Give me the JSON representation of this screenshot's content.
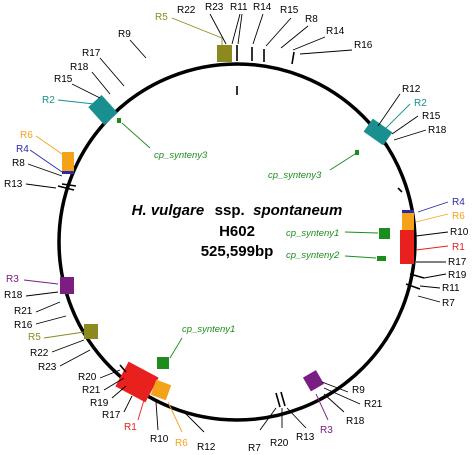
{
  "center": {
    "title_italic_1": "H. vulgare",
    "title_plain": "ssp.",
    "title_italic_2": "spontaneum",
    "line2": "H602",
    "line3": "525,599bp"
  },
  "colors": {
    "circle": "#000000",
    "teal": "#1a8f8f",
    "orange": "#f5a21b",
    "red": "#e8201e",
    "purple": "#7a1e84",
    "olive": "#8c8a1e",
    "green": "#1c8c1c",
    "blue": "#2a2aa8",
    "black": "#000000"
  },
  "labels": {
    "r5_top": "R5",
    "r22_top": "R22",
    "r23_top": "R23",
    "r11_top": "R11",
    "r14_top": "R14",
    "r15_top": "R15",
    "r8_top": "R8",
    "r14_top2": "R14",
    "r16_top": "R16",
    "r9_topleft": "R9",
    "r17_left1": "R17",
    "r18_left1": "R18",
    "r15_left1": "R15",
    "r2_left": "R2",
    "r6_left": "R6",
    "r4_left": "R4",
    "r8_left": "R8",
    "r13_left": "R13",
    "r12_right": "R12",
    "r2_right": "R2",
    "r15_right": "R15",
    "r18_right": "R18",
    "r4_right": "R4",
    "r6_right": "R6",
    "r10_right": "R10",
    "r1_right": "R1",
    "r17_right": "R17",
    "r19_right": "R19",
    "r11_right": "R11",
    "r7_right": "R7",
    "r3_left": "R3",
    "r18_left2": "R18",
    "r21_left": "R21",
    "r16_left": "R16",
    "r5_left": "R5",
    "r22_left": "R22",
    "r23_left": "R23",
    "r20_bl": "R20",
    "r21_bl": "R21",
    "r19_bl": "R19",
    "r17_bl": "R17",
    "r1_bl": "R1",
    "r10_bl": "R10",
    "r6_bl": "R6",
    "r12_bl": "R12",
    "r7_bot": "R7",
    "r20_bot": "R20",
    "r13_bot": "R13",
    "r9_br": "R9",
    "r21_br": "R21",
    "r18_br": "R18",
    "r3_br": "R3"
  },
  "synteny": {
    "s3_upper": "cp_synteny3",
    "s3_right": "cp_synteny3",
    "s1_right": "cp_synteny1",
    "s2_right": "cp_synteny2",
    "s1_bottom": "cp_synteny1"
  }
}
